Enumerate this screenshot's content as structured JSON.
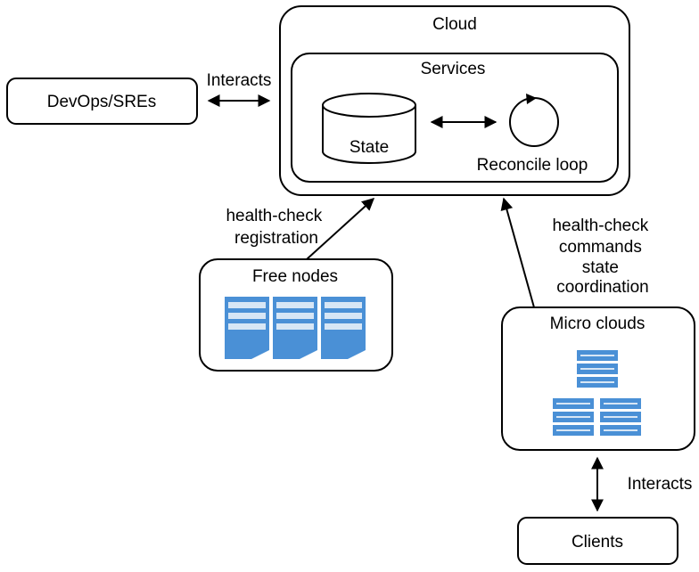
{
  "cloud": {
    "title": "Cloud"
  },
  "services": {
    "title": "Services",
    "state_label": "State",
    "reconcile_label": "Reconcile loop"
  },
  "devops": {
    "label": "DevOps/SREs",
    "interaction_label": "Interacts"
  },
  "free_nodes": {
    "title": "Free nodes",
    "edge_label_lines": [
      "health-check",
      "registration"
    ]
  },
  "micro_clouds": {
    "title": "Micro clouds",
    "edge_label_lines": [
      "health-check",
      "commands",
      "state",
      "coordination"
    ]
  },
  "clients": {
    "label": "Clients",
    "interaction_label": "Interacts"
  },
  "colors": {
    "server_blue": "#4a90d6",
    "server_stripe": "#d7e6f5",
    "stroke": "#000000"
  }
}
